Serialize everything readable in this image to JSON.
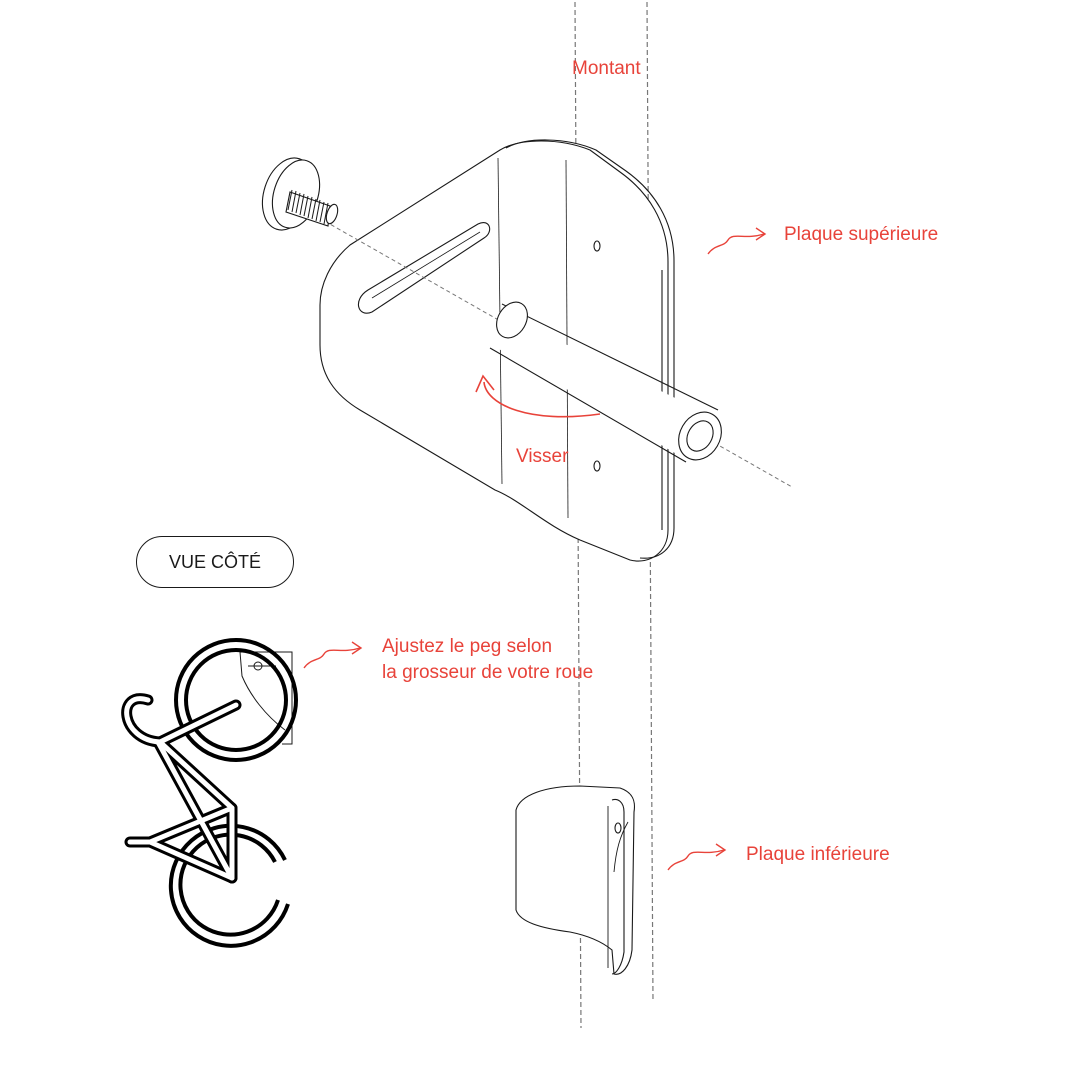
{
  "labels": {
    "montant": "Montant",
    "plaque_superieure": "Plaque supérieure",
    "visser": "Visser",
    "vue_cote": "VUE CÔTÉ",
    "ajustez_line1": "Ajustez le peg selon",
    "ajustez_line2": "la grosseur de votre roue",
    "plaque_inferieure": "Plaque inférieure"
  },
  "colors": {
    "annotation": "#e8433a",
    "linework": "#1a1a1a",
    "background": "#ffffff"
  }
}
